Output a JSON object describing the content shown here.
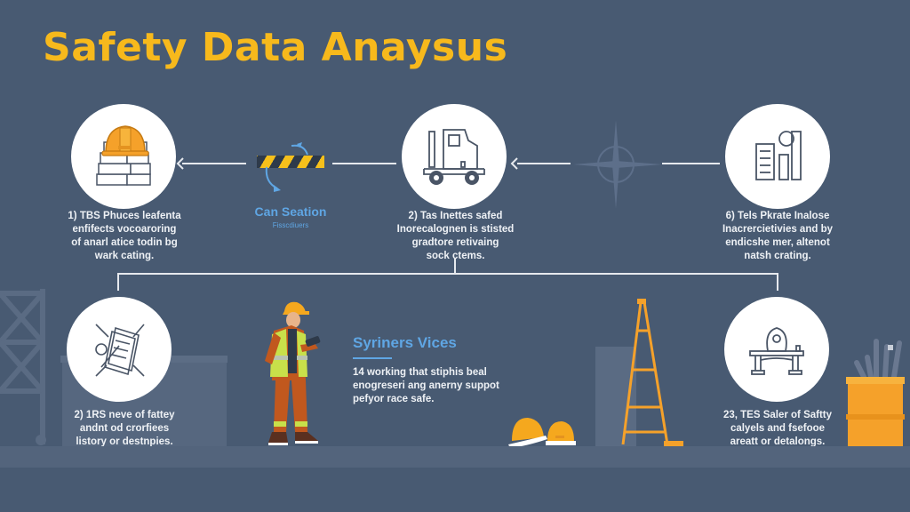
{
  "title": "Safety Data Anaysus",
  "colors": {
    "background": "#485a72",
    "title": "#f7b91c",
    "accent_blue": "#5fa6e4",
    "hazard_yellow": "#f6c01b",
    "orange": "#f5a12a",
    "text": "#eef1f5"
  },
  "top_row": [
    {
      "icon": "hard-hat-on-bricks-icon",
      "lines": [
        "1) TBS Phuces leafenta",
        "enfifects vocoaroring",
        "of anarl atice todin bg",
        "wark cating."
      ]
    },
    {
      "icon": "forklift-truck-icon",
      "lines": [
        "2) Tas Inettes safed",
        "Inorecalognen is stisted",
        "gradtore retivaing",
        "sock ctems."
      ]
    },
    {
      "icon": "document-bar-chart-icon",
      "lines": [
        "6) Tels Pkrate Inalose",
        "Inacrercietivies and by",
        "endicshe mer, altenot",
        "natsh crating."
      ]
    }
  ],
  "connector_label": {
    "title": "Can Seation",
    "subtitle": "Fisscdiuers"
  },
  "bottom_row": [
    {
      "icon": "document-tools-icon",
      "lines": [
        "2) 1RS neve of fattey",
        "andnt od crorfiees",
        "listory or destnpies."
      ]
    },
    {
      "icon": "workbench-icon",
      "lines": [
        "23, TES Saler of Saftty",
        "calyels and fsefooe",
        "areatt or detalongs."
      ]
    }
  ],
  "side_panel": {
    "title": "Syriners Vices",
    "lines": [
      "14 working that stiphis beal",
      "enogreseri ang anerny suppot",
      "pefyor race safe."
    ]
  }
}
